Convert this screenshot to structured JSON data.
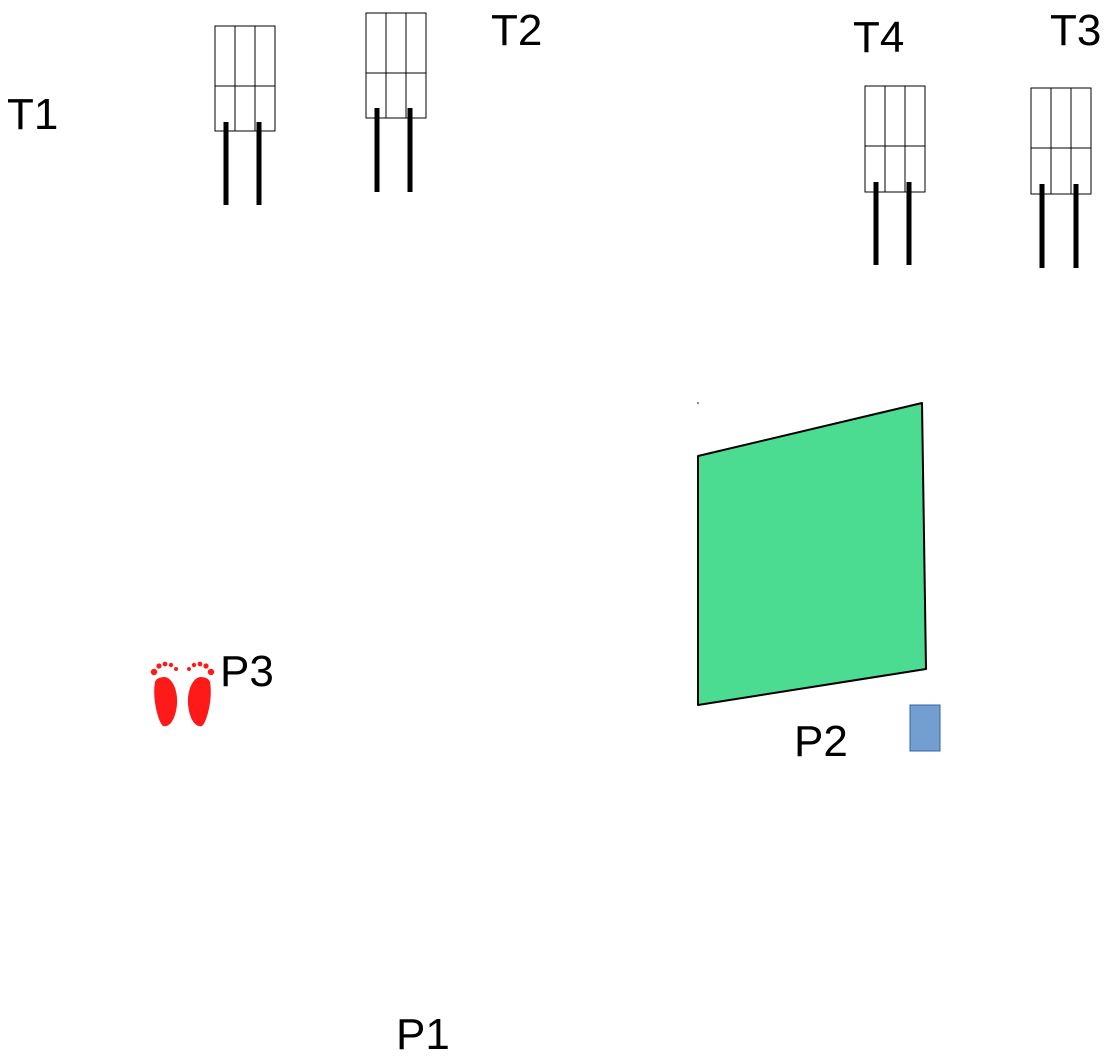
{
  "labels": {
    "t1": "T1",
    "t2": "T2",
    "t3": "T3",
    "t4": "T4",
    "p1": "P1",
    "p2": "P2",
    "p3": "P3"
  },
  "colors": {
    "panel_fill": "#4bdc92",
    "marker_fill": "#729fcf",
    "feet": "#ff1a1a",
    "lines": "#000000"
  },
  "icons": {
    "p3": "footprints-icon"
  }
}
